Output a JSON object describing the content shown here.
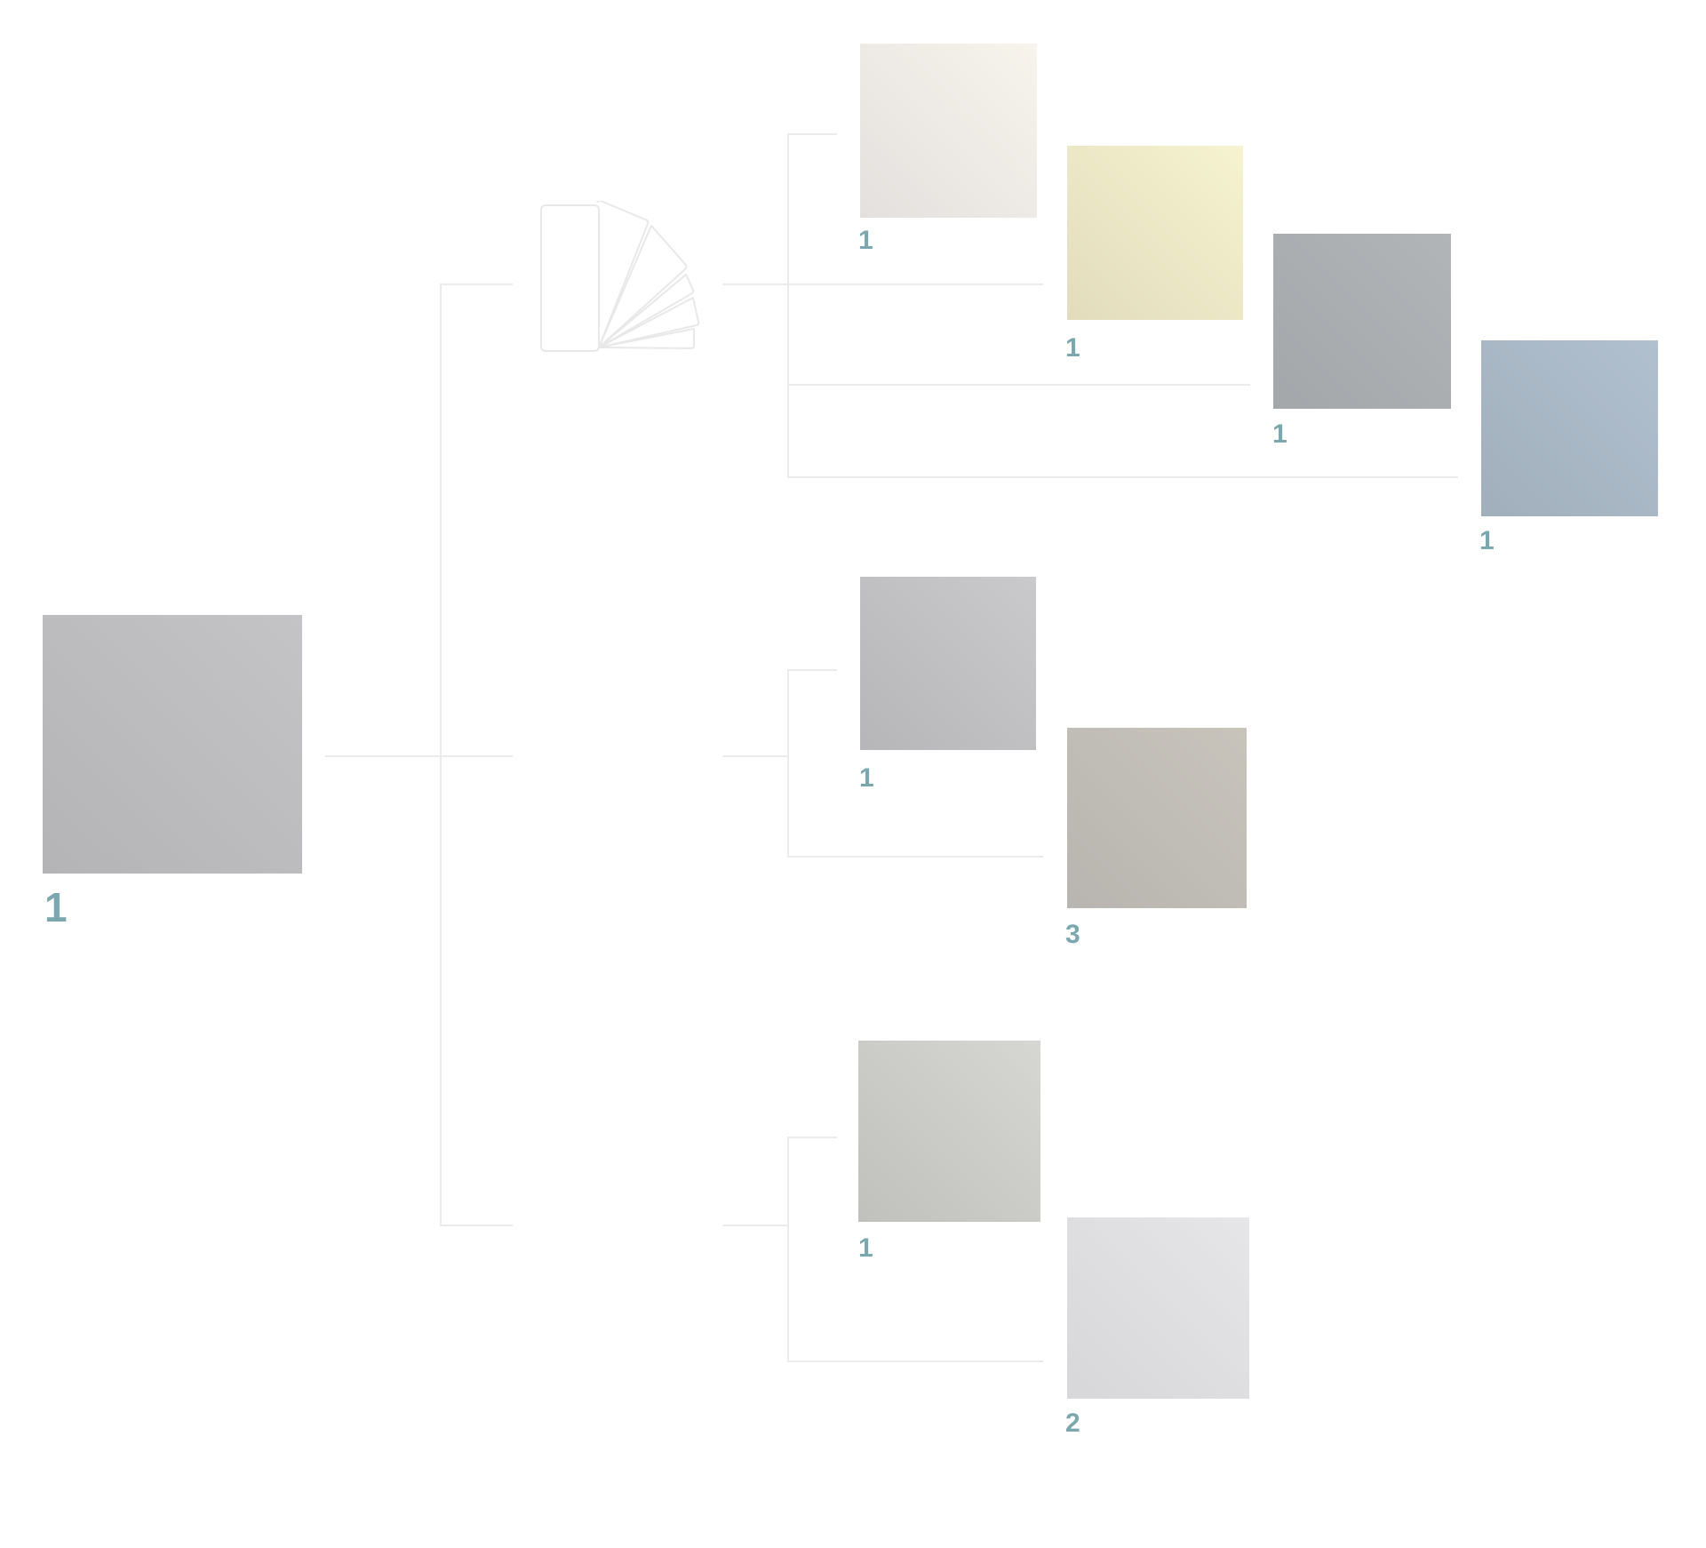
{
  "root": {
    "name": "root-swatch",
    "count": "1",
    "colors": [
      "#b4b4b6",
      "#c4c4c6"
    ]
  },
  "branch_icon": "fan-deck-icon",
  "groups": [
    {
      "icon": "fan-deck-icon",
      "children": [
        {
          "count": "1",
          "colors": [
            "#e4e0de",
            "#f7f4ec"
          ]
        },
        {
          "count": "1",
          "colors": [
            "#e2dcbc",
            "#f6f3d0"
          ]
        },
        {
          "count": "1",
          "colors": [
            "#a3a7aa",
            "#b1b5b8"
          ]
        },
        {
          "count": "1",
          "colors": [
            "#a1afbc",
            "#b1c0cf"
          ]
        }
      ]
    },
    {
      "icon": null,
      "children": [
        {
          "count": "1",
          "colors": [
            "#b6b6b9",
            "#cacacc"
          ]
        },
        {
          "count": "3",
          "colors": [
            "#b8b5b0",
            "#c8c4bc"
          ]
        }
      ]
    },
    {
      "icon": null,
      "children": [
        {
          "count": "1",
          "colors": [
            "#c0c0bd",
            "#d6d6d2"
          ]
        },
        {
          "count": "2",
          "colors": [
            "#d7d7d9",
            "#e6e6e8"
          ]
        }
      ]
    }
  ]
}
